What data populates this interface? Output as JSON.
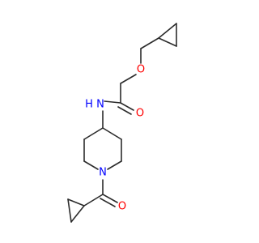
{
  "molecule": {
    "atoms": {
      "ether_oxygen": "O",
      "carbonyl_oxygen_amide": "O",
      "amide_nitrogen": "N",
      "amide_hydrogen": "H",
      "piperidine_nitrogen": "N",
      "carbonyl_oxygen_ketone": "O"
    },
    "colors": {
      "oxygen": "#ff0000",
      "nitrogen": "#0000ff",
      "carbon_bond": "#2b2b2b"
    }
  }
}
